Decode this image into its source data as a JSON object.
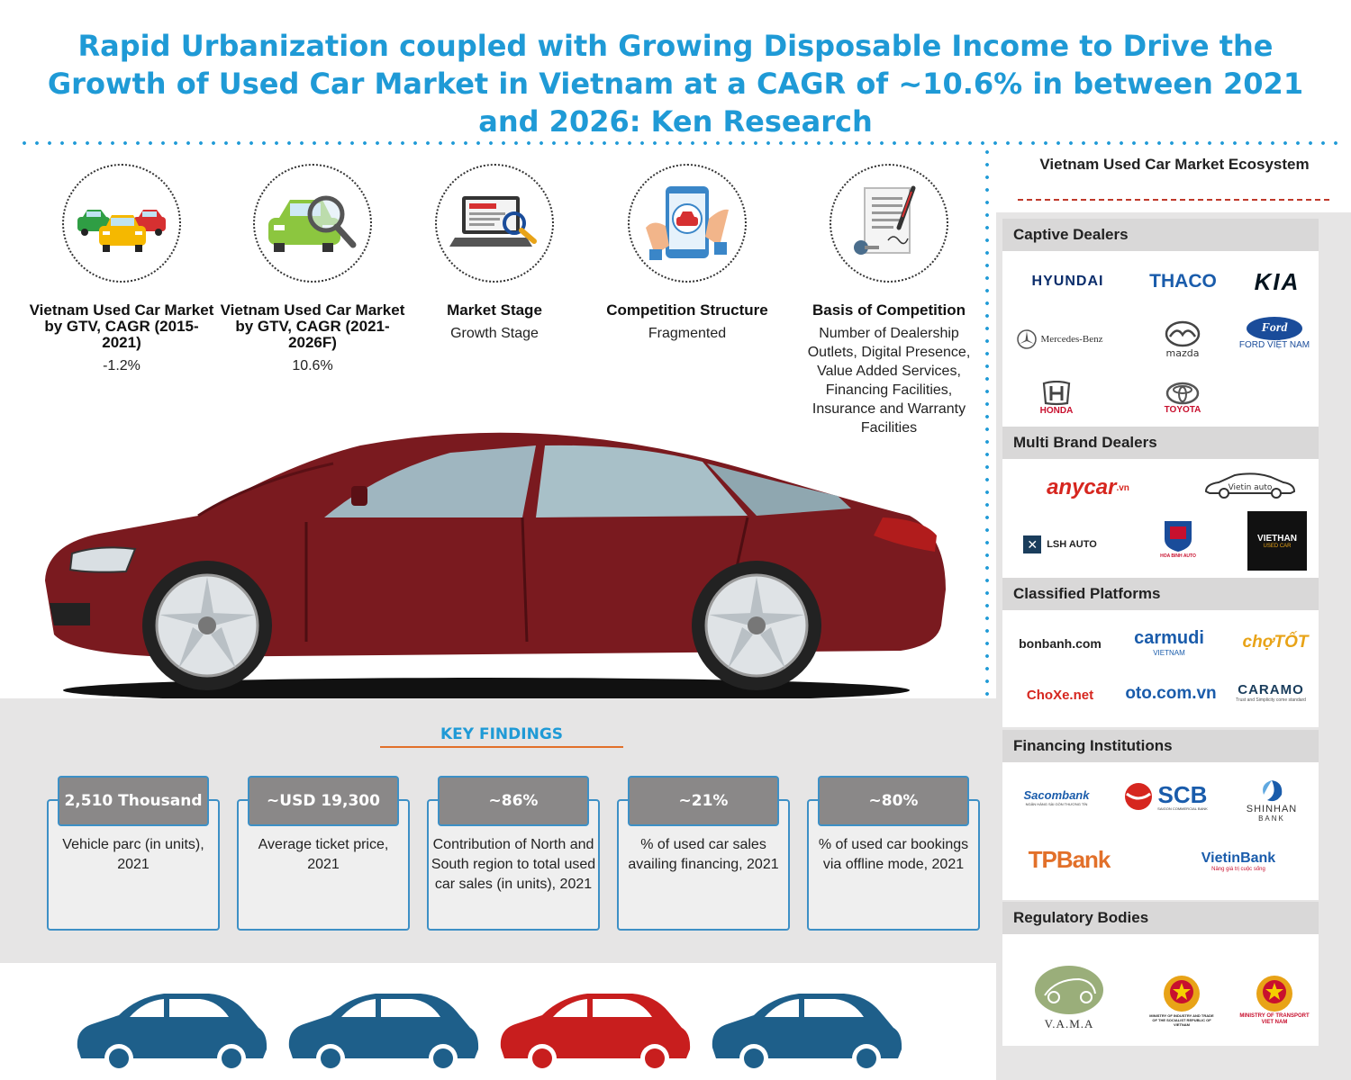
{
  "title": "Rapid Urbanization coupled with Growing Disposable Income to Drive the Growth of Used Car Market in Vietnam at a CAGR of ~10.6% in between 2021 and 2026: Ken Research",
  "colors": {
    "accent_blue": "#1f9ad6",
    "accent_orange": "#e2702a",
    "car_red": "#7a1a1f",
    "car_blue": "#1e5f8a",
    "grey_band": "#e6e5e5"
  },
  "metrics": [
    {
      "label": "Vietnam Used Car Market by GTV, CAGR (2015-2021)",
      "value": "-1.2%",
      "icon": "cars-icon"
    },
    {
      "label": "Vietnam Used Car Market by GTV, CAGR (2021-2026F)",
      "value": "10.6%",
      "icon": "magnifier-car-icon"
    },
    {
      "label": "Market Stage",
      "value": "Growth Stage",
      "icon": "laptop-analysis-icon"
    },
    {
      "label": "Competition Structure",
      "value": "Fragmented",
      "icon": "phone-car-icon"
    },
    {
      "label": "Basis of Competition",
      "value": "Number of Dealership Outlets, Digital Presence, Value Added Services, Financing Facilities, Insurance and Warranty Facilities",
      "icon": "contract-key-icon"
    }
  ],
  "key_findings": {
    "title": "KEY FINDINGS",
    "items": [
      {
        "value": "2,510 Thousand",
        "desc": "Vehicle parc (in units), 2021"
      },
      {
        "value": "~USD 19,300",
        "desc": "Average ticket price, 2021"
      },
      {
        "value": "~86%",
        "desc": "Contribution of North and South region to total used car sales (in units), 2021"
      },
      {
        "value": "~21%",
        "desc": "% of used car sales availing financing, 2021"
      },
      {
        "value": "~80%",
        "desc": "% of used car bookings via offline mode, 2021"
      }
    ]
  },
  "ecosystem": {
    "title": "Vietnam Used Car Market Ecosystem",
    "categories": [
      {
        "name": "Captive Dealers",
        "logos": [
          "HYUNDAI",
          "THACO",
          "KIA",
          "Mercedes-Benz",
          "mazda",
          "Ford",
          "FORD VIỆT NAM",
          "HONDA",
          "TOYOTA"
        ]
      },
      {
        "name": "Multi Brand Dealers",
        "logos": [
          "anycar",
          ".vn",
          "Vietin auto",
          "LSH AUTO",
          "HOA BINH AUTO",
          "VIETHAN",
          "USED CAR"
        ]
      },
      {
        "name": "Classified Platforms",
        "logos": [
          "bonbanh.com",
          "carmudi",
          "VIETNAM",
          "chợTỐT",
          "ChoXe.net",
          "oto.com.vn",
          "CARAMO",
          "Trust and Simplicity come standard"
        ]
      },
      {
        "name": "Financing Institutions",
        "logos": [
          "Sacombank",
          "NGÂN HÀNG SÀI GÒN THƯƠNG TÍN",
          "SCB",
          "SAIGON COMMERCIAL BANK",
          "SHINHAN",
          "BANK",
          "TPBank",
          "VietinBank",
          "Nâng giá trị cuộc sống"
        ]
      },
      {
        "name": "Regulatory Bodies",
        "logos": [
          "V.A.M.A",
          "MINISTRY OF INDUSTRY AND TRADE OF THE SOCIALIST REPUBLIC OF VIETNAM",
          "MINISTRY OF TRANSPORT VIET NAM"
        ]
      }
    ]
  }
}
